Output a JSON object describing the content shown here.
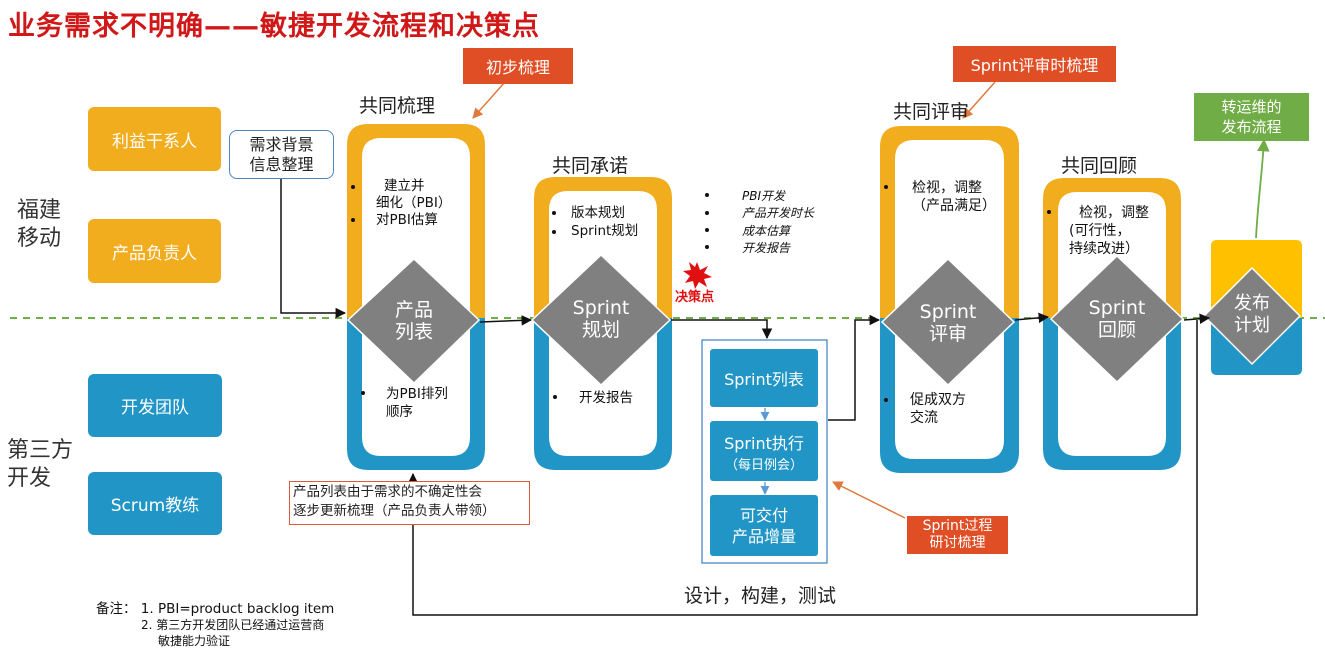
{
  "title": "业务需求不明确——敏捷开发流程和决策点",
  "lanes": {
    "top": [
      "福建",
      "移动"
    ],
    "bottom": [
      "第三方",
      "开发"
    ]
  },
  "roles": {
    "stakeholder": "利益干系人",
    "product_owner": "产品负责人",
    "dev_team": "开发团队",
    "scrum_master": "Scrum教练"
  },
  "requirement_box": [
    "需求背景",
    "信息整理"
  ],
  "callouts": {
    "initial": "初步梳理",
    "review": "Sprint评审时梳理",
    "sprint_process": [
      "Sprint过程",
      "研讨梳理"
    ],
    "ops": [
      "转运维的",
      "发布流程"
    ]
  },
  "stages": {
    "s1": "共同梳理",
    "s2": "共同承诺",
    "s3": "共同评审",
    "s4": "共同回顾"
  },
  "diamonds": {
    "d1": [
      "产品",
      "列表"
    ],
    "d2": [
      "Sprint",
      "规划"
    ],
    "d3": [
      "Sprint",
      "评审"
    ],
    "d4": [
      "Sprint",
      "回顾"
    ],
    "d5": [
      "发布",
      "计划"
    ]
  },
  "notes": {
    "s1_top": [
      "建立并",
      "细化（PBI）",
      "对PBI估算"
    ],
    "s1_bottom": [
      "为PBI排列",
      "顺序"
    ],
    "s2_top": [
      "版本规划",
      "Sprint规划"
    ],
    "s2_bottom": "开发报告",
    "decision_list": [
      "PBI开发",
      "产品开发时长",
      "成本估算",
      "开发报告"
    ],
    "s3_top": [
      "检视，调整",
      "（产品满足）"
    ],
    "s3_bottom": [
      "促成双方",
      "交流"
    ],
    "s4_top": [
      "检视，调整",
      "(可行性，",
      "持续改进）"
    ]
  },
  "decision_point": "决策点",
  "sprint_steps": {
    "list": "Sprint列表",
    "exec": "Sprint执行",
    "exec_sub": "（每日例会）",
    "deliver": [
      "可交付",
      "产品增量"
    ]
  },
  "sprint_caption": "设计，构建，测试",
  "backlog_note": [
    "产品列表由于需求的不确定性会",
    "逐步更新梳理（产品负责人带领）"
  ],
  "footnote": {
    "label": "备注：",
    "line1": "1.  PBI=product backlog item",
    "line2": "2. 第三方开发团队已经通过运营商",
    "line3": "敏捷能力验证"
  },
  "colors": {
    "orange": "#f2ad1e",
    "blue": "#2196c6",
    "grey": "#7f7f7f",
    "red": "#e04e26",
    "green": "#70ad47",
    "title": "#d01818"
  }
}
